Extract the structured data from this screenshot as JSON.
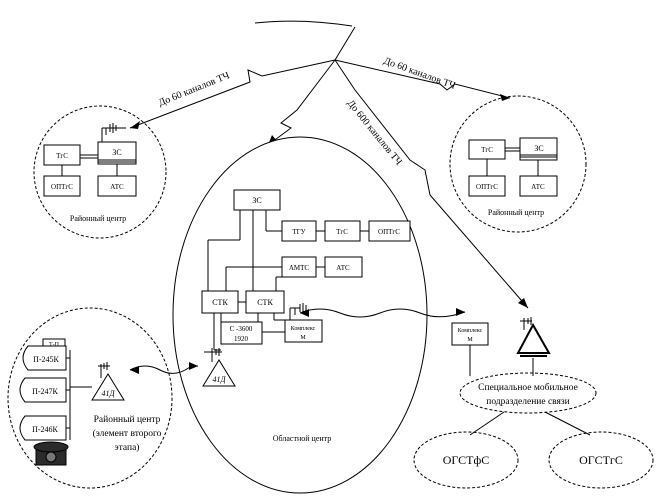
{
  "links": {
    "left_channels": "До 60 каналов ТЧ",
    "right_channels": "До 60 каналов ТЧ",
    "diag_channels": "До 600 каналов ТЧ"
  },
  "left_center": {
    "caption": "Районный центр",
    "trs": "ТгС",
    "zs": "ЗС",
    "optrs": "ОПТгС",
    "ats": "АТС"
  },
  "right_center": {
    "caption": "Районный центр",
    "trs": "ТгС",
    "zs": "ЗС",
    "optrs": "ОПТгС",
    "ats": "АТС"
  },
  "oblast": {
    "caption": "Областной центр",
    "zs": "ЗС",
    "tgu": "ТГУ",
    "trs": "ТгС",
    "optrs": "ОПТгС",
    "amts": "АМТС",
    "ats": "АТС",
    "stk1": "СТК",
    "stk2": "СТК",
    "c3600_line1": "С -3600",
    "c3600_line2": "1920",
    "kompleks_line1": "Комплекс",
    "kompleks_line2": "М",
    "station_label": "41Д"
  },
  "district2": {
    "p245": "П-245К",
    "p247": "П-247К",
    "p246": "П-246К",
    "top_tab": "Т-П",
    "station_label": "41Д",
    "caption_line1": "Районный центр",
    "caption_line2": "(элемент второго",
    "caption_line3": "этапа)"
  },
  "mobile": {
    "kompleks_line1": "Комплекс",
    "kompleks_line2": "М",
    "unit_line1": "Специальное мобильное",
    "unit_line2": "подразделение связи",
    "ogstfs": "ОГСТфС",
    "ogstrs": "ОГСТгС"
  }
}
